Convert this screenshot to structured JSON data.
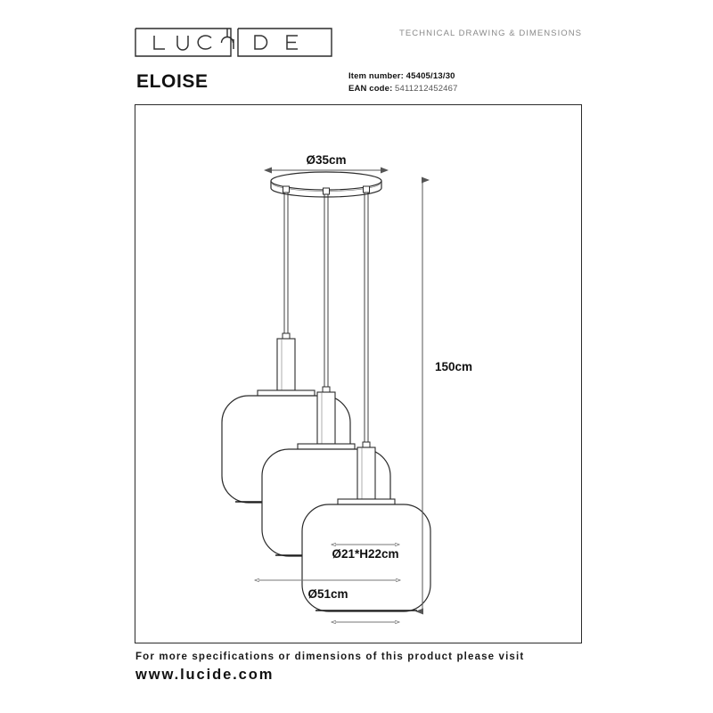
{
  "header": {
    "logo_text": "LUCiDE",
    "logo_letters": [
      "L",
      "U",
      "C",
      "i",
      "D",
      "E"
    ],
    "tagline": "TECHNICAL DRAWING & DIMENSIONS",
    "product_name": "ELOISE",
    "item_number_label": "Item number:",
    "item_number_value": "45405/13/30",
    "ean_label": "EAN code",
    "ean_separator": ":",
    "ean_value": "5411212452467"
  },
  "drawing": {
    "title": "ELOISE 3-light pendant technical drawing",
    "dimensions": {
      "canopy_diameter": "Ø35cm",
      "drop_height": "150cm",
      "shade_size": "Ø21*H22cm",
      "overall_spread": "Ø51cm"
    },
    "colors": {
      "line": "#2b2b2b",
      "thin_line": "#555555",
      "dim_line": "#666666",
      "fill": "#ffffff",
      "text": "#111111"
    }
  },
  "footer": {
    "line1": "For more specifications or dimensions of this product please visit",
    "line2": "www.lucide.com"
  }
}
